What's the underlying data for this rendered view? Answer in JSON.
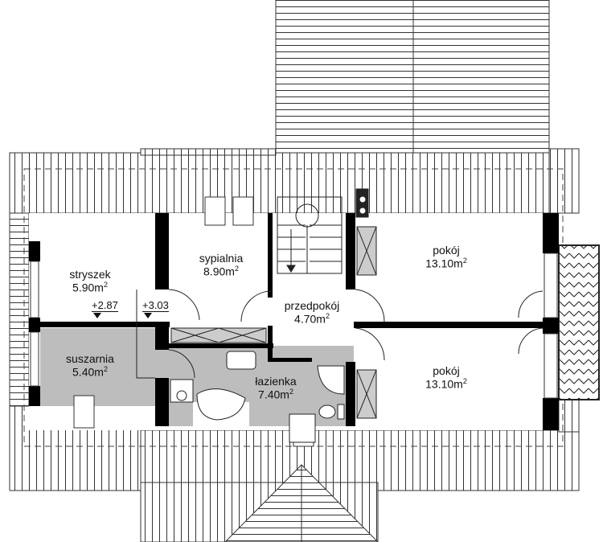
{
  "rooms": [
    {
      "name": "stryszek",
      "area": "5.90",
      "unit": "m",
      "exp": "2"
    },
    {
      "name": "sypialnia",
      "area": "8.90",
      "unit": "m",
      "exp": "2"
    },
    {
      "name": "przedpokój",
      "area": "4.70",
      "unit": "m",
      "exp": "2"
    },
    {
      "name": "suszarnia",
      "area": "5.40",
      "unit": "m",
      "exp": "2"
    },
    {
      "name": "łazienka",
      "area": "7.40",
      "unit": "m",
      "exp": "2"
    },
    {
      "name": "pokój",
      "area": "13.10",
      "unit": "m",
      "exp": "2"
    },
    {
      "name": "pokój",
      "area": "13.10",
      "unit": "m",
      "exp": "2"
    }
  ],
  "levels": [
    "+2.87",
    "+3.03"
  ],
  "colors": {
    "wall": "#000000",
    "wet_room": "#bdbdbd",
    "line": "#333333"
  }
}
